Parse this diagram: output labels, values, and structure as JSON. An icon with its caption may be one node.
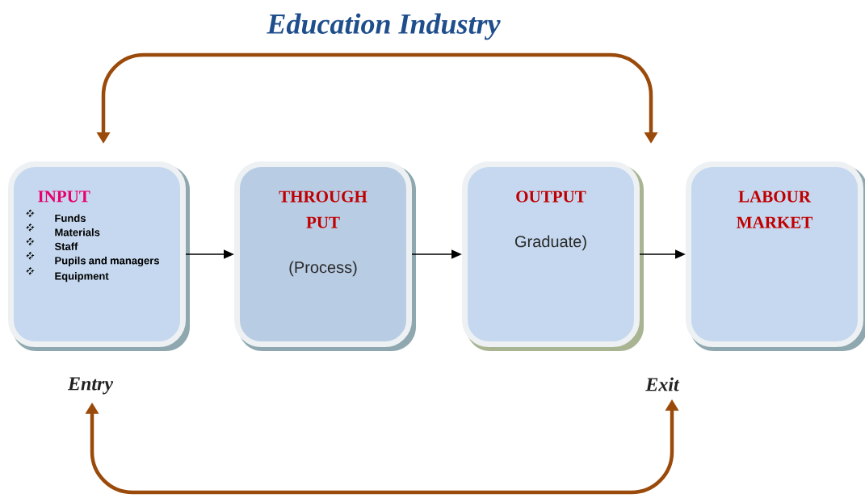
{
  "diagram": {
    "title": "Education Industry",
    "nodes": [
      {
        "text": [
          "INPUT",
          "Funds",
          "Materials",
          "Staff",
          "Pupils and managers",
          "Equipment"
        ]
      },
      {
        "text": [
          "THROUGH PUT",
          "(Process)"
        ]
      },
      {
        "text": [
          "OUTPUT",
          "Graduate)"
        ]
      },
      {
        "text": [
          "LABOUR MARKET"
        ]
      },
      {
        "text": [
          "Entry"
        ]
      },
      {
        "text": [
          "Exit"
        ]
      }
    ],
    "edges": [
      {
        "from": 0,
        "to": 1,
        "arrow": "to"
      },
      {
        "from": 1,
        "to": 2,
        "arrow": "to"
      },
      {
        "from": 2,
        "to": 3,
        "arrow": "to"
      },
      {
        "from": 0,
        "to": 2,
        "arrow": "both",
        "style": "thick",
        "color": "#9a4a0a"
      },
      {
        "from": 4,
        "to": 5,
        "arrow": "both",
        "style": "thick",
        "color": "#9a4a0a"
      }
    ]
  }
}
